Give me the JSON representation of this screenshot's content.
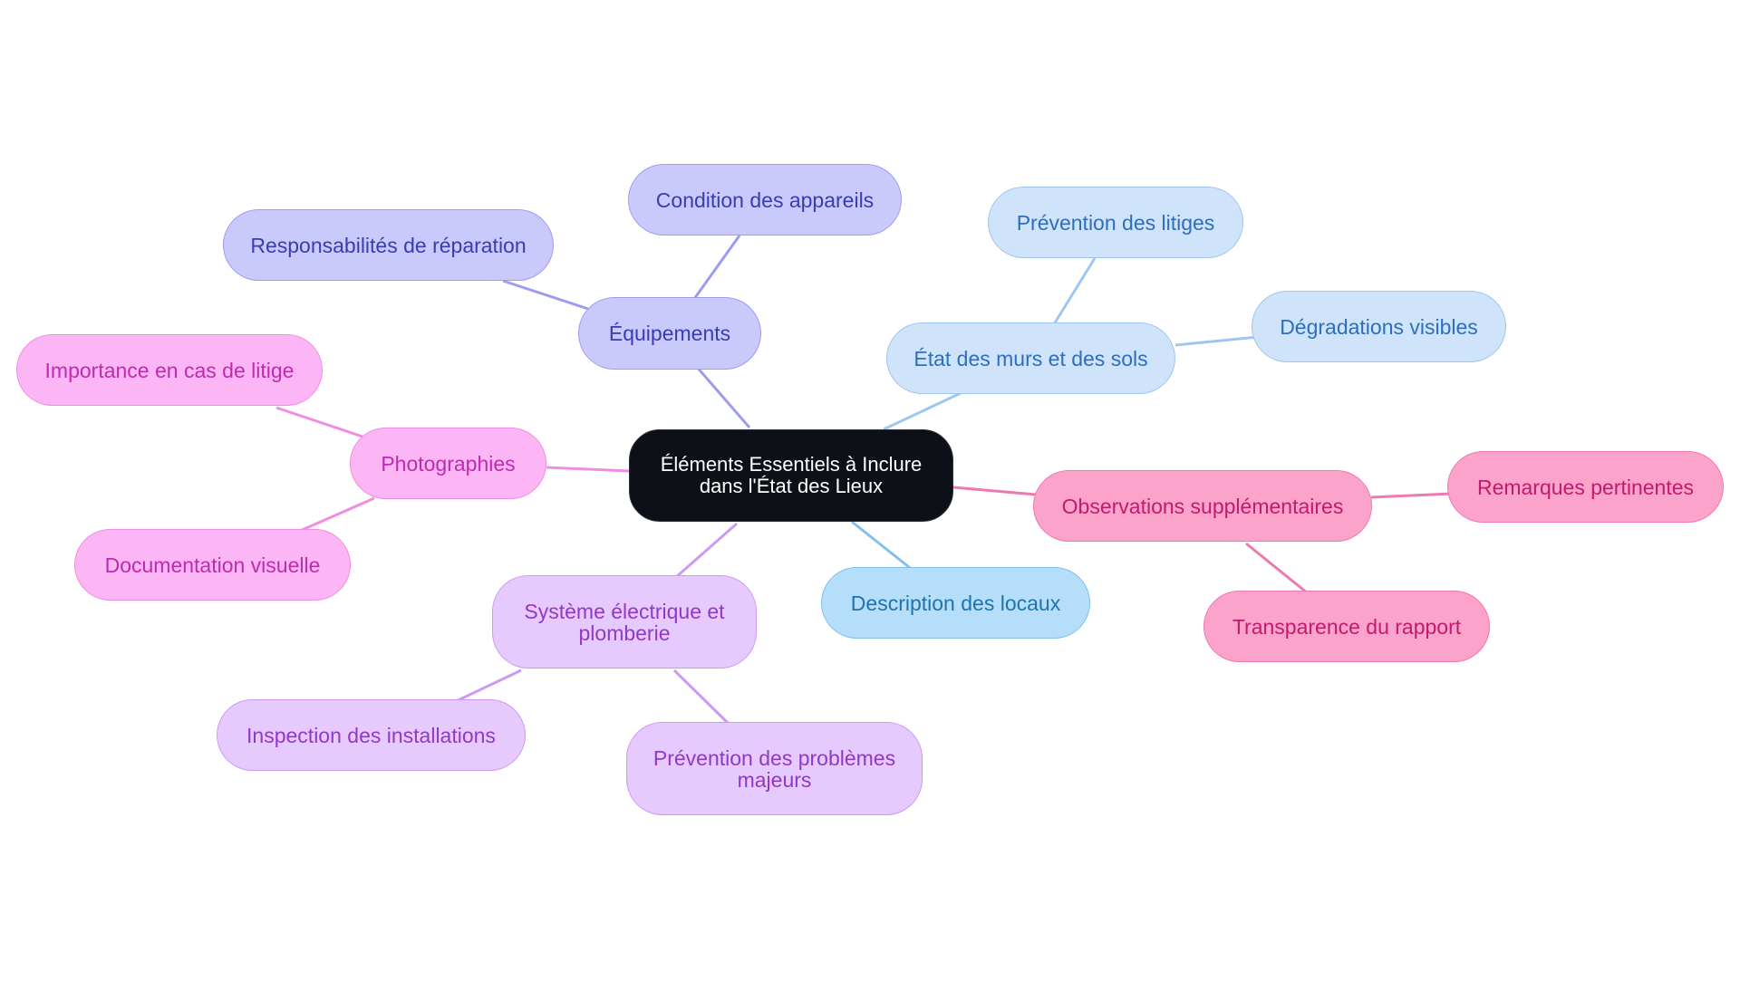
{
  "diagram": {
    "root": {
      "label": "Éléments Essentiels à Inclure dans l'État des Lieux"
    },
    "branches": [
      {
        "id": "equipements",
        "label": "Équipements",
        "color": "#9d9df0",
        "children": [
          {
            "id": "condition",
            "label": "Condition des appareils"
          },
          {
            "id": "responsabilites",
            "label": "Responsabilités de réparation"
          }
        ]
      },
      {
        "id": "murs",
        "label": "État des murs et des sols",
        "color": "#9fc6f1",
        "children": [
          {
            "id": "prevention-litiges",
            "label": "Prévention des litiges"
          },
          {
            "id": "degradations",
            "label": "Dégradations visibles"
          }
        ]
      },
      {
        "id": "description",
        "label": "Description des locaux",
        "color": "#7fc0ee",
        "children": []
      },
      {
        "id": "observations",
        "label": "Observations supplémentaires",
        "color": "#ee78b0",
        "children": [
          {
            "id": "remarques",
            "label": "Remarques pertinentes"
          },
          {
            "id": "transparence",
            "label": "Transparence du rapport"
          }
        ]
      },
      {
        "id": "systeme",
        "label": "Système électrique et plomberie",
        "color": "#cd99f2",
        "children": [
          {
            "id": "inspection",
            "label": "Inspection des installations"
          },
          {
            "id": "prevention-problemes",
            "label": "Prévention des problèmes majeurs"
          }
        ]
      },
      {
        "id": "photographies",
        "label": "Photographies",
        "color": "#f08de0",
        "children": [
          {
            "id": "importance",
            "label": "Importance en cas de litige"
          },
          {
            "id": "documentation",
            "label": "Documentation visuelle"
          }
        ]
      }
    ]
  }
}
